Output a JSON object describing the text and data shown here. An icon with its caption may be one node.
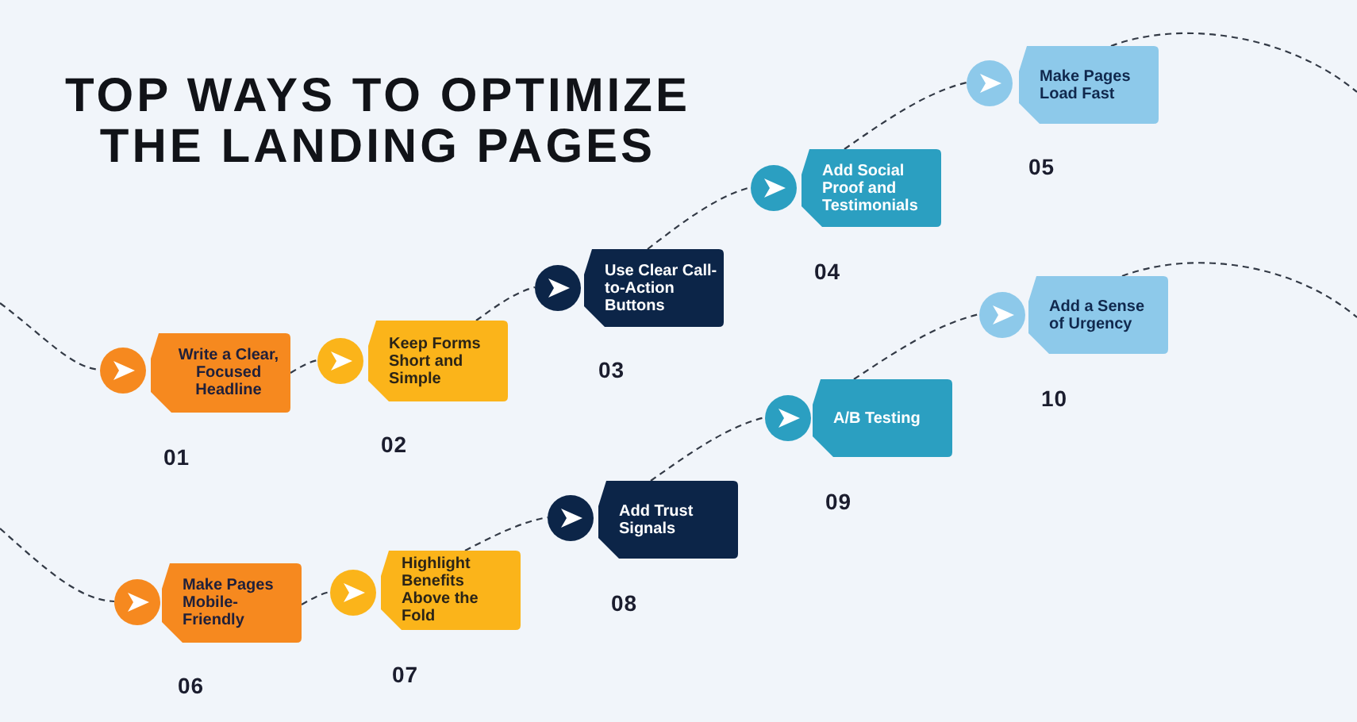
{
  "diagram": {
    "title": "TOP WAYS TO OPTIMIZE THE LANDING PAGES",
    "nodes": [
      {
        "text": [
          "Write a Clear, Focused Headline"
        ],
        "beside": [
          "01"
        ]
      },
      {
        "text": [
          "Keep Forms Short and Simple"
        ],
        "beside": [
          "02"
        ]
      },
      {
        "text": [
          "Use Clear Call-to-Action Buttons"
        ],
        "beside": [
          "03"
        ]
      },
      {
        "text": [
          "Add Social Proof and Testimonials"
        ],
        "beside": [
          "04"
        ]
      },
      {
        "text": [
          "Make Pages Load Fast"
        ],
        "beside": [
          "05"
        ]
      },
      {
        "text": [
          "Make Pages Mobile-Friendly"
        ],
        "beside": [
          "06"
        ]
      },
      {
        "text": [
          "Highlight Benefits Above the Fold"
        ],
        "beside": [
          "07"
        ]
      },
      {
        "text": [
          "Add Trust Signals"
        ],
        "beside": [
          "08"
        ]
      },
      {
        "text": [
          "A/B Testing"
        ],
        "beside": [
          "09"
        ]
      },
      {
        "text": [
          "Add a Sense of Urgency"
        ],
        "beside": [
          "10"
        ]
      }
    ],
    "edges": [
      {
        "from": null,
        "to": 0,
        "arrow": "none",
        "style": "dashed"
      },
      {
        "from": 0,
        "to": 1,
        "arrow": "none",
        "style": "dashed"
      },
      {
        "from": 1,
        "to": 2,
        "arrow": "none",
        "style": "dashed"
      },
      {
        "from": 2,
        "to": 3,
        "arrow": "none",
        "style": "dashed"
      },
      {
        "from": 3,
        "to": 4,
        "arrow": "none",
        "style": "dashed"
      },
      {
        "from": 4,
        "to": null,
        "arrow": "none",
        "style": "dashed"
      },
      {
        "from": null,
        "to": 5,
        "arrow": "none",
        "style": "dashed"
      },
      {
        "from": 5,
        "to": 6,
        "arrow": "none",
        "style": "dashed"
      },
      {
        "from": 6,
        "to": 7,
        "arrow": "none",
        "style": "dashed"
      },
      {
        "from": 7,
        "to": 8,
        "arrow": "none",
        "style": "dashed"
      },
      {
        "from": 8,
        "to": 9,
        "arrow": "none",
        "style": "dashed"
      },
      {
        "from": 9,
        "to": null,
        "arrow": "none",
        "style": "dashed"
      }
    ]
  }
}
